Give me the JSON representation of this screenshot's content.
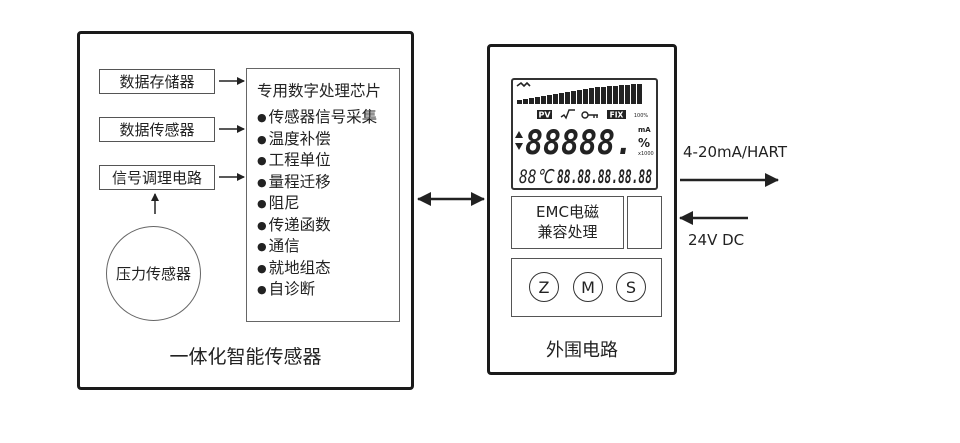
{
  "left_module": {
    "caption": "一体化智能传感器",
    "inputs": [
      "数据存储器",
      "数据传感器",
      "信号调理电路"
    ],
    "sensor": "压力传感器",
    "chip": {
      "title": "专用数字处理芯片",
      "functions": [
        "传感器信号采集",
        "温度补偿",
        "工程单位",
        "量程迁移",
        "阻尼",
        "传递函数",
        "通信",
        "就地组态",
        "自诊断"
      ]
    }
  },
  "right_module": {
    "caption": "外围电路",
    "lcd": {
      "pv": "PV",
      "fix": "FIX",
      "main_digits": "88888.",
      "unit_ma": "mA",
      "percent": "%",
      "temp": "88℃",
      "small_digits": "88.88.88.88.88",
      "x1000": "x1000",
      "percent100": "100%"
    },
    "emc_box": {
      "line1": "EMC电磁",
      "line2": "兼容处理"
    },
    "buttons": [
      "Z",
      "M",
      "S"
    ]
  },
  "signals": {
    "output": "4-20mA/HART",
    "input": "24V DC"
  }
}
